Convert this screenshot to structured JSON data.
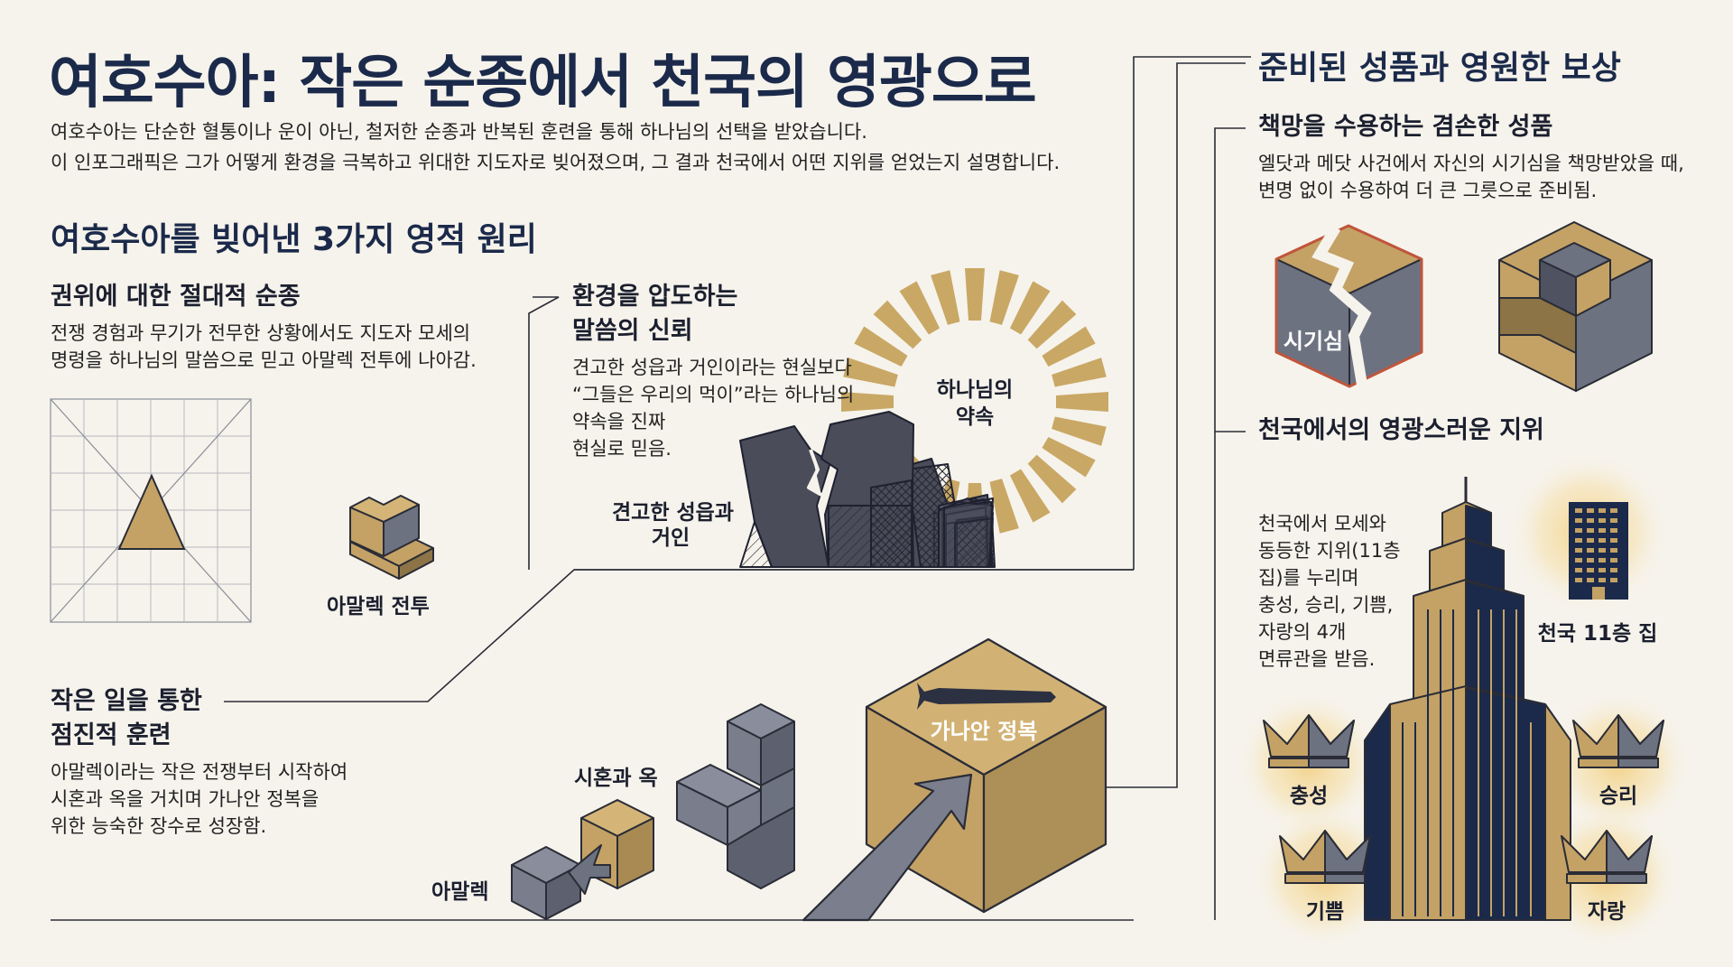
{
  "title": "여호수아: 작은 순종에서 천국의 영광으로",
  "intro": [
    "여호수아는 단순한 혈통이나 운이 아닌, 철저한 순종과 반복된 훈련을 통해 하나님의 선택을 받았습니다.",
    "이 인포그래픽은 그가 어떻게 환경을 극복하고 위대한 지도자로 빚어졌으며, 그 결과 천국에서 어떤 지위를 얻었는지 설명합니다."
  ],
  "principles": {
    "heading": "여호수아를 빚어낸 3가지 영적 원리",
    "obedience": {
      "title": "권위에 대한 절대적 순종",
      "desc": [
        "전쟁 경험과 무기가 전무한 상황에서도 지도자 모세의",
        "명령을 하나님의 말씀으로 믿고 아말렉 전투에 나아감."
      ],
      "label": "아말렉 전투"
    },
    "faith": {
      "title": [
        "환경을 압도하는",
        "말씀의 신뢰"
      ],
      "desc": [
        "견고한 성읍과 거인이라는 현실보다",
        "“그들은 우리의 먹이”라는 하나님의",
        "약속을 진짜",
        "현실로 믿음."
      ],
      "fortress_label": [
        "견고한 성읍과",
        "거인"
      ],
      "promise_label": [
        "하나님의",
        "약속"
      ]
    },
    "training": {
      "title": [
        "작은 일을 통한",
        "점진적 훈련"
      ],
      "desc": [
        "아말렉이라는 작은 전쟁부터 시작하여",
        "시혼과 옥을 거치며 가나안 정복을",
        "위한 능숙한 장수로 성장함."
      ],
      "step1": "아말렉",
      "step2": "시혼과 옥",
      "step3": "가나안 정복"
    }
  },
  "reward": {
    "heading": "준비된 성품과 영원한 보상",
    "humility": {
      "title": "책망을 수용하는 겸손한 성품",
      "desc": [
        "엘닷과 메닷 사건에서 자신의 시기심을 책망받았을 때,",
        "변명 없이 수용하여 더 큰 그릇으로 준비됨."
      ],
      "broken_label": "시기심"
    },
    "glory": {
      "title": "천국에서의 영광스러운 지위",
      "desc": [
        "천국에서 모세와",
        "동등한 지위(11층",
        "집)를 누리며",
        "충성, 승리, 기쁨,",
        "자랑의 4개",
        "면류관을 받음."
      ],
      "house_label": "천국 11층 집",
      "crowns": [
        "충성",
        "승리",
        "기쁨",
        "자랑"
      ]
    }
  },
  "colors": {
    "navy": "#1b2a4a",
    "gold": "#c4a265",
    "gray": "#6d7281",
    "dark": "#3f4150",
    "bg": "#f6f3ec"
  }
}
